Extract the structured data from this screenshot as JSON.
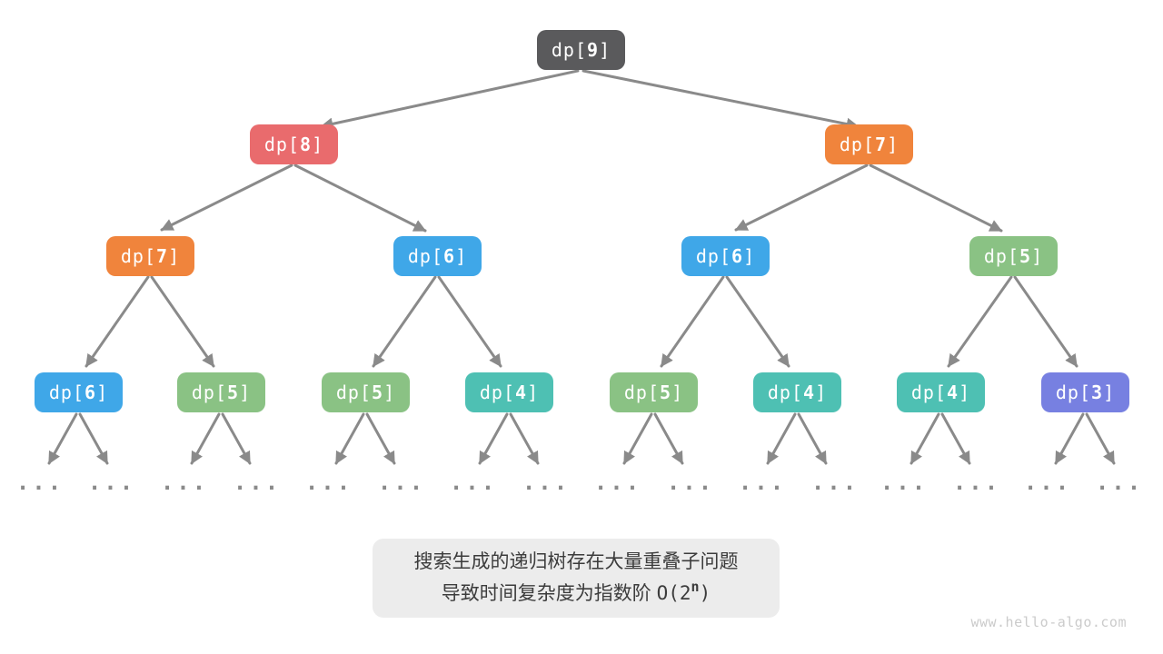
{
  "colors": {
    "background": "#FFFFFF",
    "arrow": "#8A8A8A",
    "node_text": "#FFFFFF",
    "dark_gray": "#5A5A5C",
    "red": "#E96B6D",
    "orange": "#F0843C",
    "blue": "#3FA7E8",
    "green": "#8AC284",
    "teal": "#4EC0B3",
    "purple": "#7780E1",
    "caption_bg": "#ECECEC",
    "caption_text": "#3C3C3C",
    "watermark_text": "#CBCBCB"
  },
  "tree": {
    "ellipsis": "...",
    "nodes": [
      {
        "id": "root-dp9",
        "label": "dp[9]",
        "pre": "dp[",
        "index": "9",
        "suf": "]",
        "color": "#5A5A5C",
        "level": 1
      },
      {
        "id": "l2-dp8",
        "label": "dp[8]",
        "pre": "dp[",
        "index": "8",
        "suf": "]",
        "color": "#E96B6D",
        "level": 2
      },
      {
        "id": "l2-dp7",
        "label": "dp[7]",
        "pre": "dp[",
        "index": "7",
        "suf": "]",
        "color": "#F0843C",
        "level": 2
      },
      {
        "id": "l3-dp7",
        "label": "dp[7]",
        "pre": "dp[",
        "index": "7",
        "suf": "]",
        "color": "#F0843C",
        "level": 3
      },
      {
        "id": "l3-dp6-a",
        "label": "dp[6]",
        "pre": "dp[",
        "index": "6",
        "suf": "]",
        "color": "#3FA7E8",
        "level": 3
      },
      {
        "id": "l3-dp6-b",
        "label": "dp[6]",
        "pre": "dp[",
        "index": "6",
        "suf": "]",
        "color": "#3FA7E8",
        "level": 3
      },
      {
        "id": "l3-dp5",
        "label": "dp[5]",
        "pre": "dp[",
        "index": "5",
        "suf": "]",
        "color": "#8AC284",
        "level": 3
      },
      {
        "id": "l4-dp6",
        "label": "dp[6]",
        "pre": "dp[",
        "index": "6",
        "suf": "]",
        "color": "#3FA7E8",
        "level": 4
      },
      {
        "id": "l4-dp5-a",
        "label": "dp[5]",
        "pre": "dp[",
        "index": "5",
        "suf": "]",
        "color": "#8AC284",
        "level": 4
      },
      {
        "id": "l4-dp5-b",
        "label": "dp[5]",
        "pre": "dp[",
        "index": "5",
        "suf": "]",
        "color": "#8AC284",
        "level": 4
      },
      {
        "id": "l4-dp4-a",
        "label": "dp[4]",
        "pre": "dp[",
        "index": "4",
        "suf": "]",
        "color": "#4EC0B3",
        "level": 4
      },
      {
        "id": "l4-dp5-c",
        "label": "dp[5]",
        "pre": "dp[",
        "index": "5",
        "suf": "]",
        "color": "#8AC284",
        "level": 4
      },
      {
        "id": "l4-dp4-b",
        "label": "dp[4]",
        "pre": "dp[",
        "index": "4",
        "suf": "]",
        "color": "#4EC0B3",
        "level": 4
      },
      {
        "id": "l4-dp4-c",
        "label": "dp[4]",
        "pre": "dp[",
        "index": "4",
        "suf": "]",
        "color": "#4EC0B3",
        "level": 4
      },
      {
        "id": "l4-dp3",
        "label": "dp[3]",
        "pre": "dp[",
        "index": "3",
        "suf": "]",
        "color": "#7780E1",
        "level": 4
      }
    ],
    "edges": [
      {
        "from": "root-dp9",
        "to": "l2-dp8"
      },
      {
        "from": "root-dp9",
        "to": "l2-dp7"
      },
      {
        "from": "l2-dp8",
        "to": "l3-dp7"
      },
      {
        "from": "l2-dp8",
        "to": "l3-dp6-a"
      },
      {
        "from": "l2-dp7",
        "to": "l3-dp6-b"
      },
      {
        "from": "l2-dp7",
        "to": "l3-dp5"
      },
      {
        "from": "l3-dp7",
        "to": "l4-dp6"
      },
      {
        "from": "l3-dp7",
        "to": "l4-dp5-a"
      },
      {
        "from": "l3-dp6-a",
        "to": "l4-dp5-b"
      },
      {
        "from": "l3-dp6-a",
        "to": "l4-dp4-a"
      },
      {
        "from": "l3-dp6-b",
        "to": "l4-dp5-c"
      },
      {
        "from": "l3-dp6-b",
        "to": "l4-dp4-b"
      },
      {
        "from": "l3-dp5",
        "to": "l4-dp4-c"
      },
      {
        "from": "l3-dp5",
        "to": "l4-dp3"
      }
    ]
  },
  "caption": {
    "line1": "搜索生成的递归树存在大量重叠子问题",
    "line2_text": "导致时间复杂度为指数阶 ",
    "formula_prefix": "O(2",
    "formula_sup": "n",
    "formula_suffix": ")",
    "background": "#ECECEC",
    "text_color": "#3C3C3C"
  },
  "watermark": "www.hello-algo.com"
}
